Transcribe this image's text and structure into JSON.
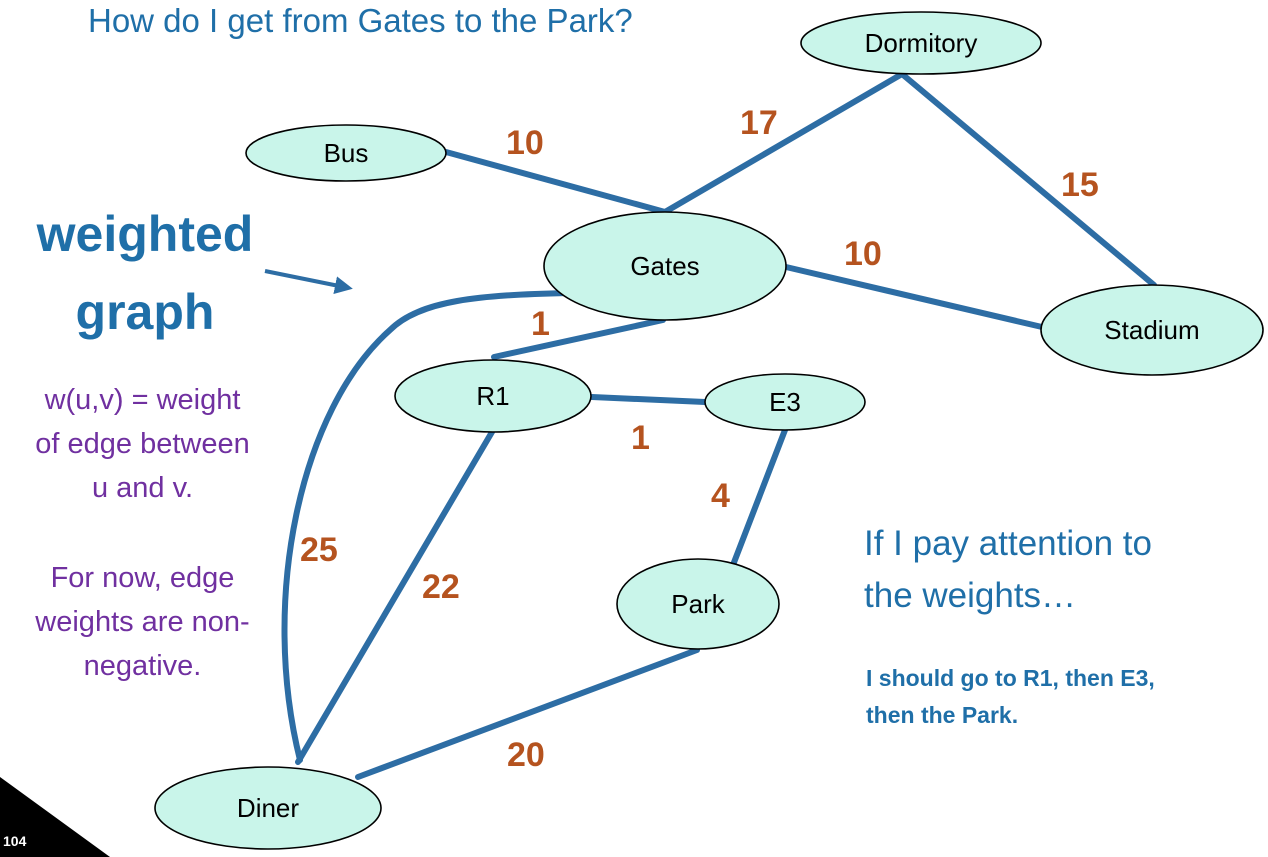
{
  "slide": {
    "title": "How do I get from Gates to the Park?",
    "weighted_graph": [
      "weighted",
      "graph"
    ],
    "definition": [
      "w(u,v) = weight",
      "of edge between",
      "u and v."
    ],
    "nonnegative_note": [
      "For now, edge",
      "weights are non-",
      "negative."
    ],
    "pay_attention": [
      "If I pay attention to",
      "the weights…"
    ],
    "answer": [
      "I should go to R1, then E3,",
      "then the Park."
    ],
    "slide_number": "104"
  },
  "colors": {
    "node_fill": "#c9f5ea",
    "edge": "#2d6da4",
    "weight_label": "#b5531f",
    "title_blue": "#1f6fa8",
    "note_purple": "#7030a0"
  },
  "graph": {
    "nodes": [
      {
        "id": "dormitory",
        "label": "Dormitory"
      },
      {
        "id": "bus",
        "label": "Bus"
      },
      {
        "id": "gates",
        "label": "Gates"
      },
      {
        "id": "stadium",
        "label": "Stadium"
      },
      {
        "id": "r1",
        "label": "R1"
      },
      {
        "id": "e3",
        "label": "E3"
      },
      {
        "id": "park",
        "label": "Park"
      },
      {
        "id": "diner",
        "label": "Diner"
      }
    ],
    "edges": [
      {
        "from": "bus",
        "to": "gates",
        "weight": "10"
      },
      {
        "from": "gates",
        "to": "dormitory",
        "weight": "17"
      },
      {
        "from": "dormitory",
        "to": "stadium",
        "weight": "15"
      },
      {
        "from": "gates",
        "to": "stadium",
        "weight": "10"
      },
      {
        "from": "gates",
        "to": "r1",
        "weight": "1"
      },
      {
        "from": "r1",
        "to": "e3",
        "weight": "1"
      },
      {
        "from": "e3",
        "to": "park",
        "weight": "4"
      },
      {
        "from": "gates",
        "to": "diner",
        "weight": "25"
      },
      {
        "from": "r1",
        "to": "diner",
        "weight": "22"
      },
      {
        "from": "park",
        "to": "diner",
        "weight": "20"
      }
    ]
  }
}
